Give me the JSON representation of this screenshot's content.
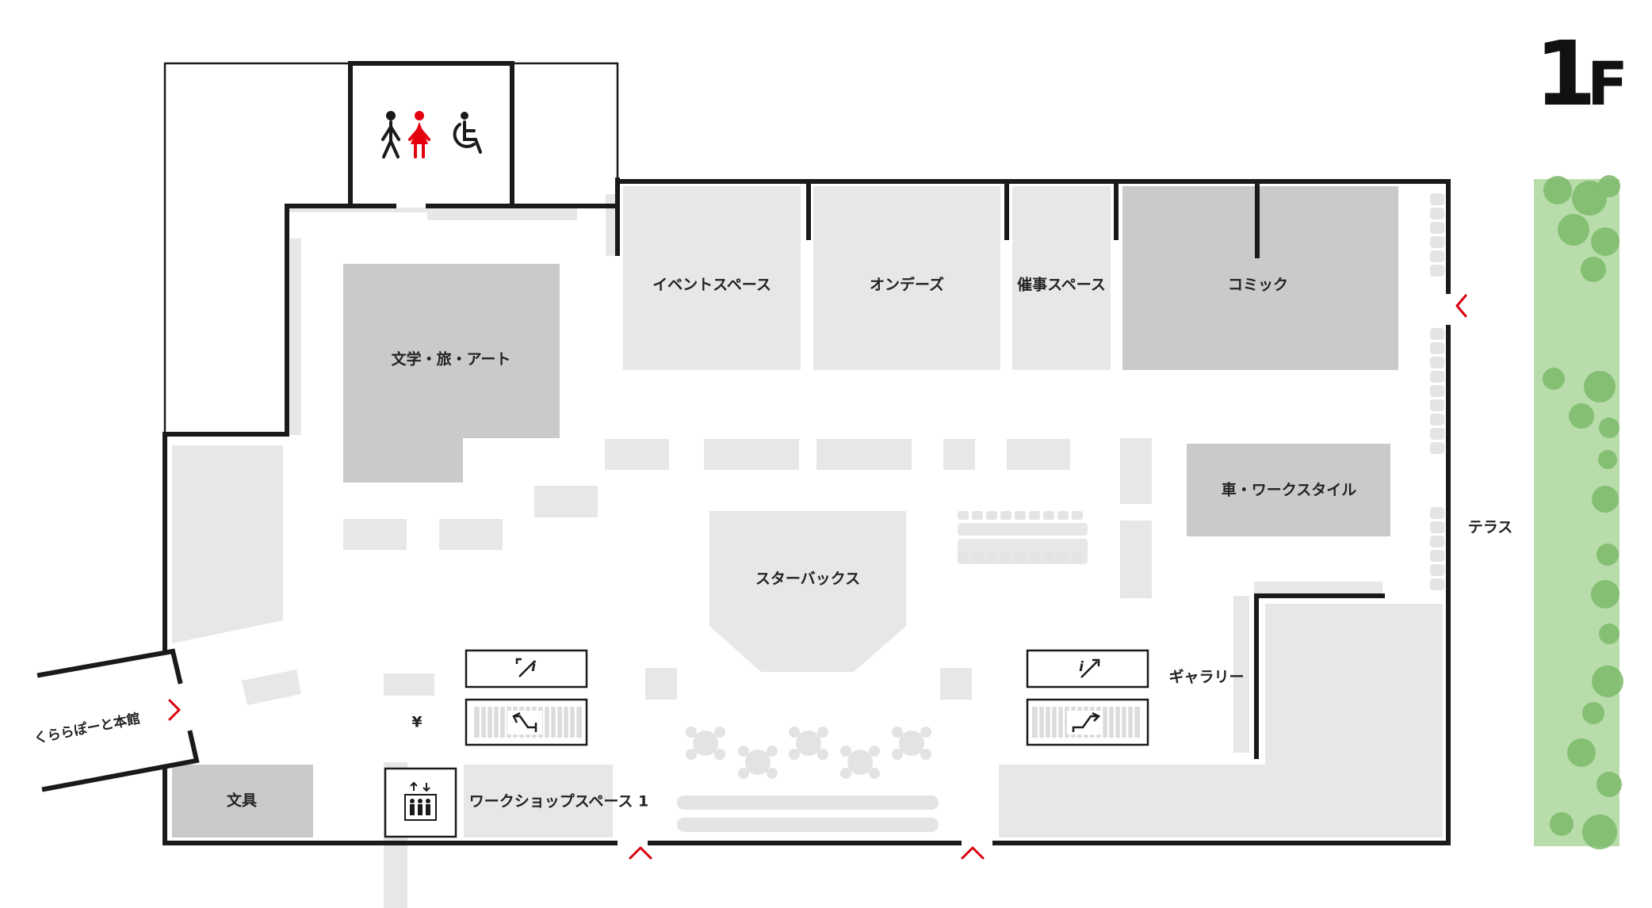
{
  "floor_label": {
    "number": "1",
    "letter": "F"
  },
  "areas": {
    "event_space": "イベントスペース",
    "on_demand": "オンデーズ",
    "saiji_space": "催事スペース",
    "comic": "コミック",
    "literature": "文学・旅・アート",
    "starbucks": "スターバックス",
    "car_work": "車・ワークスタイル",
    "gallery": "ギャラリー",
    "terrace": "テラス",
    "stationery": "文具",
    "workshop": "ワークショップスペース 1",
    "lalaport": "くららぽーと本館"
  },
  "symbols": {
    "yen": "¥",
    "info": "i"
  },
  "icons": {
    "restroom_male": "male-restroom-icon",
    "restroom_female": "female-restroom-icon",
    "accessible": "wheelchair-icon",
    "elevator": "elevator-icon",
    "escalator": "escalator-icon",
    "entrance": "entrance-arrow-icon"
  },
  "colors": {
    "walls": "#1a1a1a",
    "zone_light": "#e7e7e7",
    "zone_dark": "#cacaca",
    "entrance_arrow": "#d9000e",
    "female_icon": "#e3000f",
    "terrace_green": "#b8dcaa",
    "foliage": "#7cba6a"
  }
}
